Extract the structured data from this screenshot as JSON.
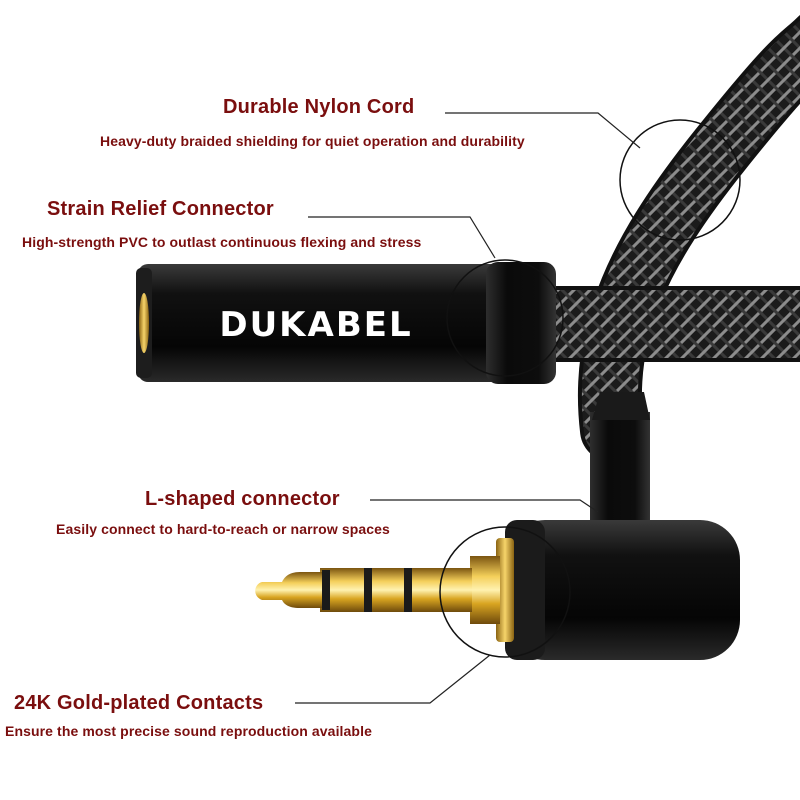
{
  "colors": {
    "accent": "#7a0e0e",
    "cord_dark": "#1b1b1b",
    "cord_light": "#8c8c8c",
    "gold": "#d9a521",
    "housing": "#0f0f0f"
  },
  "brand": {
    "logo_text": "DUKABEL"
  },
  "features": [
    {
      "title": "Durable Nylon Cord",
      "description": "Heavy-duty braided shielding for quiet operation and durability"
    },
    {
      "title": "Strain Relief Connector",
      "description": "High-strength PVC to outlast continuous flexing and stress"
    },
    {
      "title": "L-shaped connector",
      "description": "Easily connect to hard-to-reach or narrow spaces"
    },
    {
      "title": "24K Gold-plated Contacts",
      "description": "Ensure the most precise sound reproduction available"
    }
  ]
}
